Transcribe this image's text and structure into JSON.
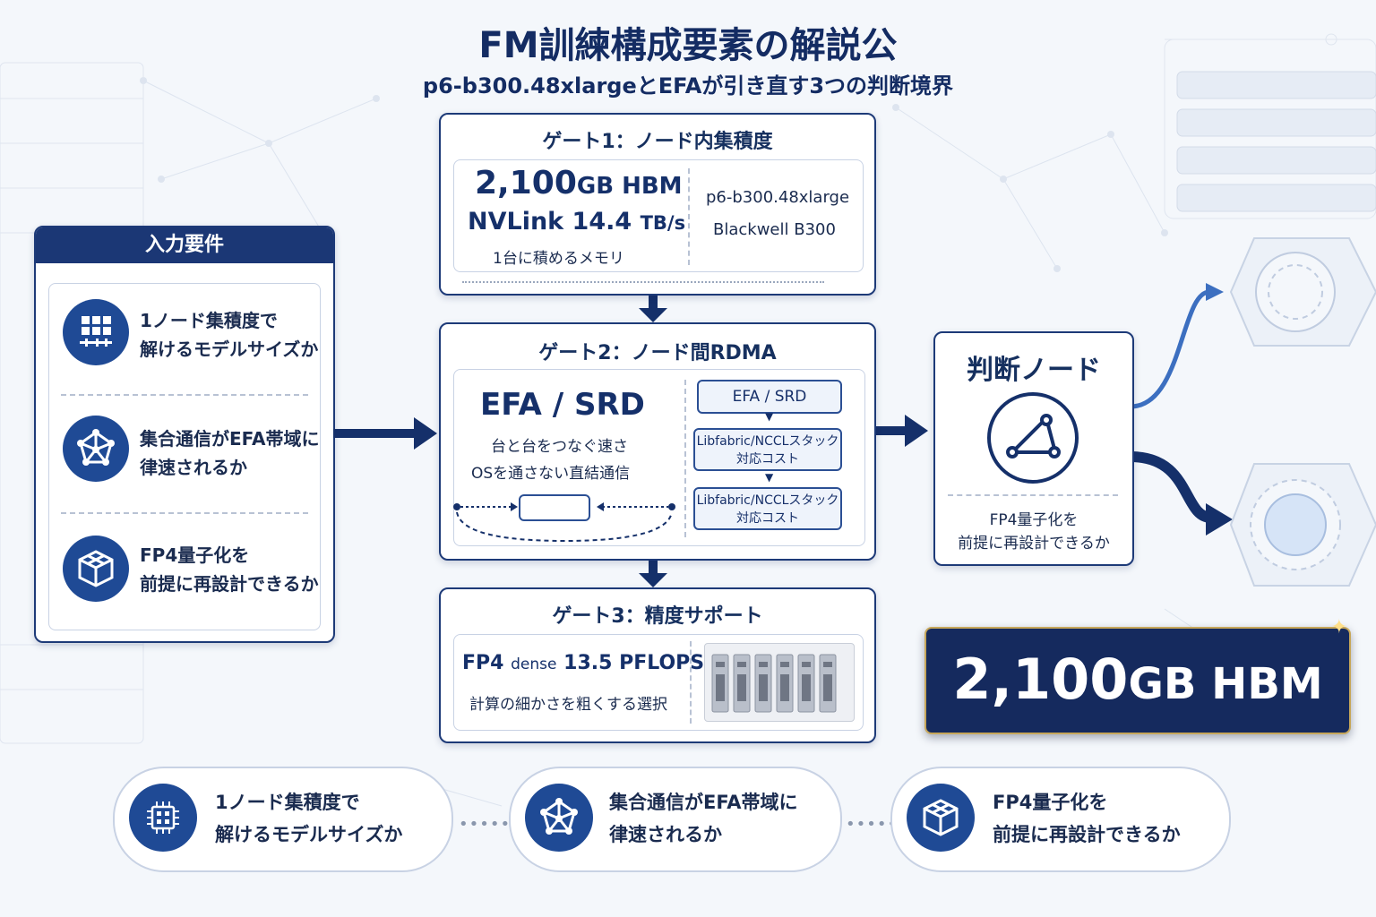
{
  "title": "FM訓練構成要素の解説公",
  "subtitle": "p6-b300.48xlargeとEFAが引き直す3つの判断境界",
  "input_panel": {
    "title": "入力要件",
    "items": [
      {
        "line1": "1ノード集積度で",
        "line2": "解けるモデルサイズか",
        "icon": "grid-icon"
      },
      {
        "line1": "集合通信がEFA帯域に",
        "line2": "律速されるか",
        "icon": "network-icon"
      },
      {
        "line1": "FP4量子化を",
        "line2": "前提に再設計できるか",
        "icon": "cube-icon"
      }
    ]
  },
  "gate1": {
    "title": "ゲート1：ノード内集積度",
    "big_value": "2,100",
    "big_unit": "GB HBM",
    "nvlink_value": "NVLink 14.4",
    "nvlink_unit": "TB/s",
    "caption": "1台に積めるメモリ",
    "instance": "p6-b300.48xlarge",
    "gpu": "Blackwell B300"
  },
  "gate2": {
    "title": "ゲート2：ノード間RDMA",
    "heading": "EFA / SRD",
    "line1": "台と台をつなぐ速さ",
    "line2": "OSを通さない直結通信",
    "stack": [
      {
        "label": "EFA / SRD"
      },
      {
        "label": "Libfabric/NCCLスタック",
        "label2": "対応コスト"
      },
      {
        "label": "Libfabric/NCCLスタック",
        "label2": "対応コスト"
      }
    ]
  },
  "gate3": {
    "title": "ゲート3：精度サポート",
    "value": "FP4",
    "value_small": "dense",
    "value2": "13.5 PFLOPS",
    "caption": "計算の細かさを粗くする選択"
  },
  "decision": {
    "title": "判断ノード",
    "line1": "FP4量子化を",
    "line2": "前提に再設計できるか"
  },
  "highlight": {
    "value": "2,100",
    "unit": "GB HBM"
  },
  "bottom": [
    {
      "line1": "1ノード集積度で",
      "line2": "解けるモデルサイズか",
      "icon": "chip-icon"
    },
    {
      "line1": "集合通信がEFA帯域に",
      "line2": "律速されるか",
      "icon": "network-icon"
    },
    {
      "line1": "FP4量子化を",
      "line2": "前提に再設計できるか",
      "icon": "cube-icon"
    }
  ],
  "colors": {
    "navy": "#1b3775",
    "accent": "#1f4a95",
    "gold": "#c7a75a",
    "background": "#f4f7fb"
  }
}
